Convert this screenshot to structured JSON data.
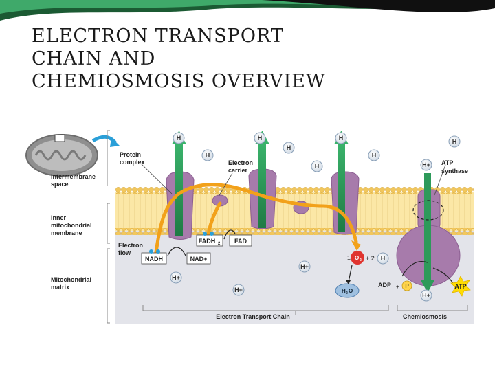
{
  "slide": {
    "title_lines": [
      "ELECTRON TRANSPORT",
      "CHAIN AND",
      "CHEMIOSMOSIS OVERVIEW"
    ]
  },
  "labels": {
    "intermembrane_1": "Intermembrane",
    "intermembrane_2": "space",
    "inner_1": "Inner",
    "inner_2": "mitochondrial",
    "inner_3": "membrane",
    "matrix_1": "Mitochondrial",
    "matrix_2": "matrix",
    "protein_complex_1": "Protein",
    "protein_complex_2": "complex",
    "electron_carrier_1": "Electron",
    "electron_carrier_2": "carrier",
    "electron_flow_1": "Electron",
    "electron_flow_2": "flow",
    "atp_synthase_1": "ATP",
    "atp_synthase_2": "synthase",
    "etc_bracket": "Electron Transport Chain",
    "chemiosmosis_bracket": "Chemiosmosis"
  },
  "molecules": {
    "nadh": "NADH",
    "nad_plus": "NAD+",
    "fadh2": "FADH",
    "fadh2_sub": "2",
    "fad": "FAD",
    "o2_coef": "1/2",
    "o2": "O",
    "o2_sub": "2",
    "plus_2": "+ 2",
    "h": "H",
    "water": "H",
    "water_sub": "2",
    "water_o": "O",
    "adp": "ADP",
    "plus": "+",
    "p": "P",
    "atp": "ATP",
    "h_plus": "H+",
    "h_short": "H"
  },
  "colors": {
    "membrane_head": "#f2c75c",
    "membrane_tail": "#fbe7a6",
    "protein": "#a77bab",
    "arrow_green": "#2e9a5a",
    "flow_orange": "#f2a11a",
    "ion_fill": "#ffffff",
    "ion_stroke": "#8aa0b8",
    "matrix_bg": "#e3e4ea",
    "space_bg": "#ffffff",
    "water": "#9fc0e0",
    "oxygen": "#e0342f",
    "atp_star": "#ffdc00",
    "phosphate": "#ffd44a",
    "accent_blue": "#2a9fd8"
  }
}
